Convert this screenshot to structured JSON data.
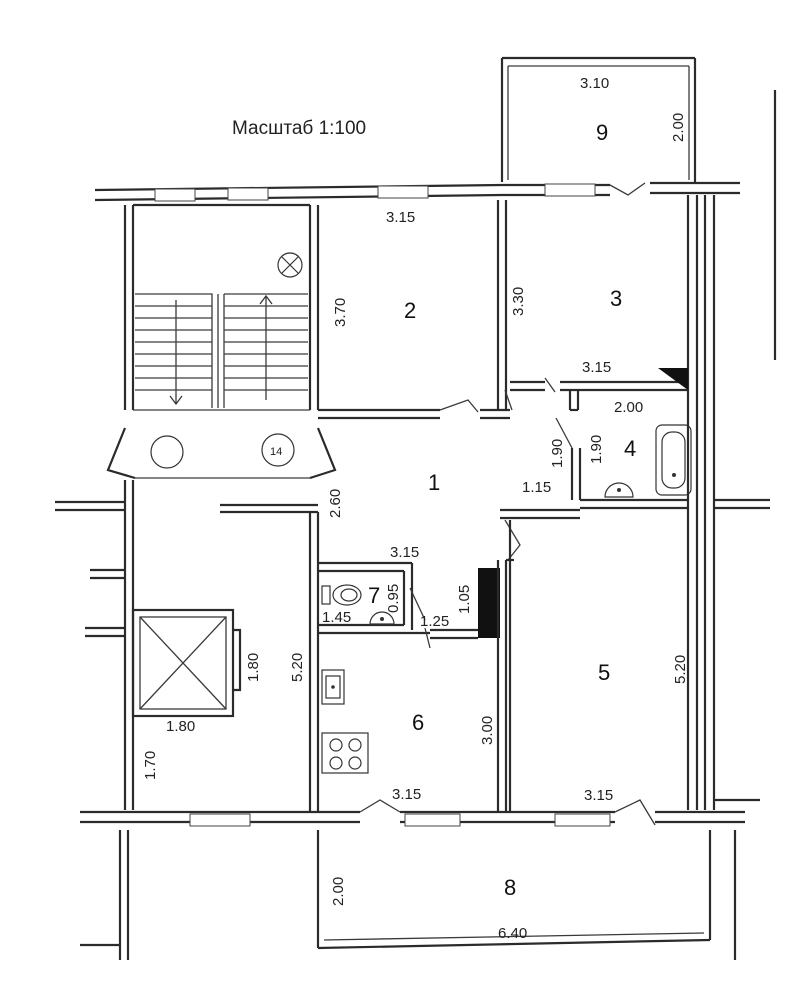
{
  "title": "Масштаб 1:100",
  "rooms": [
    {
      "id": "1",
      "label": "1"
    },
    {
      "id": "2",
      "label": "2"
    },
    {
      "id": "3",
      "label": "3"
    },
    {
      "id": "4",
      "label": "4"
    },
    {
      "id": "5",
      "label": "5"
    },
    {
      "id": "6",
      "label": "6"
    },
    {
      "id": "7",
      "label": "7"
    },
    {
      "id": "8",
      "label": "8"
    },
    {
      "id": "9",
      "label": "9"
    },
    {
      "id": "14",
      "label": "14"
    }
  ],
  "dimensions": {
    "balcony9_width": "3.10",
    "balcony9_depth": "2.00",
    "room2_width": "3.15",
    "room2_depth": "3.70",
    "room3_depth": "3.30",
    "room3_width": "3.15",
    "room4_width": "2.00",
    "room4_depth_left": "1.90",
    "room4_depth_right": "1.90",
    "hall_depth": "2.60",
    "hall_gap": "1.15",
    "hall_width": "3.15",
    "wc_width": "1.45",
    "wc_depth": "0.95",
    "corridor_width": "1.25",
    "corridor_depth": "1.05",
    "elevator_depth": "1.80",
    "elevator_width": "1.80",
    "stair_hall_depth": "5.20",
    "stair_low": "1.70",
    "kitchen_depth": "3.00",
    "kitchen_width": "3.15",
    "room5_depth": "5.20",
    "room5_width": "3.15",
    "balcony8_depth": "2.00",
    "balcony8_width": "6.40"
  }
}
